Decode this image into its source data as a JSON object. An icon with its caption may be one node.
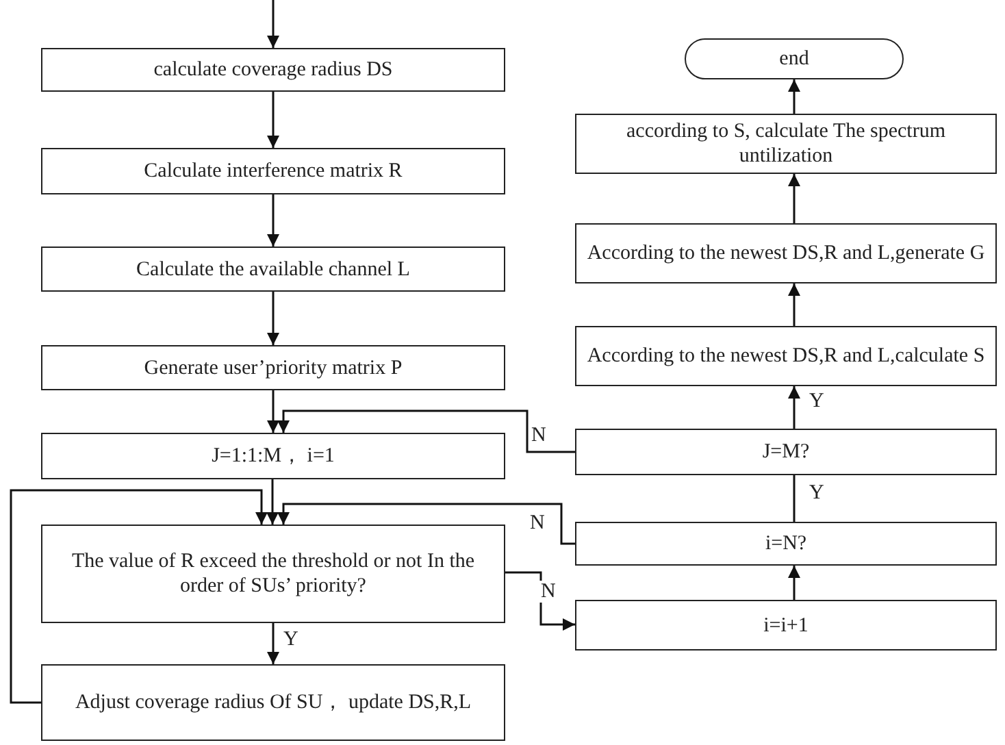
{
  "diagram": {
    "nodes": [
      {
        "text": [
          "calculate coverage radius DS"
        ]
      },
      {
        "text": [
          "Calculate interference matrix R"
        ]
      },
      {
        "text": [
          "Calculate the available channel L"
        ]
      },
      {
        "text": [
          "Generate user’priority matrix P"
        ]
      },
      {
        "text": [
          "J=1:1:M，  i=1"
        ]
      },
      {
        "text": [
          "The value of R exceed the threshold or not In the order of SUs’ priority?"
        ]
      },
      {
        "text": [
          "Adjust coverage radius Of SU， update DS,R,L"
        ]
      },
      {
        "text": [
          "end"
        ]
      },
      {
        "text": [
          "according to S, calculate The spectrum untilization"
        ]
      },
      {
        "text": [
          "According to the newest DS,R and L,generate G"
        ]
      },
      {
        "text": [
          "According to the newest DS,R and L,calculate S"
        ]
      },
      {
        "text": [
          "J=M?"
        ]
      },
      {
        "text": [
          "i=N?"
        ]
      },
      {
        "text": [
          "i=i+1"
        ]
      }
    ],
    "edges": [
      {
        "from": null,
        "to": 0,
        "arrow": "to"
      },
      {
        "from": 0,
        "to": 1,
        "arrow": "to"
      },
      {
        "from": 1,
        "to": 2,
        "arrow": "to"
      },
      {
        "from": 2,
        "to": 3,
        "arrow": "to"
      },
      {
        "from": 3,
        "to": 4,
        "arrow": "to"
      },
      {
        "from": 4,
        "to": 5,
        "arrow": "to"
      },
      {
        "from": 5,
        "to": 6,
        "arrow": "to",
        "label": "Y"
      },
      {
        "from": 6,
        "to": 5,
        "arrow": "to"
      },
      {
        "from": 5,
        "to": 13,
        "arrow": "to",
        "label": "N"
      },
      {
        "from": 13,
        "to": 12,
        "arrow": "to"
      },
      {
        "from": 12,
        "to": 11,
        "arrow": "none",
        "label": "Y"
      },
      {
        "from": 12,
        "to": 5,
        "arrow": "to",
        "label": "N"
      },
      {
        "from": 11,
        "to": 10,
        "arrow": "to",
        "label": "Y"
      },
      {
        "from": 11,
        "to": 4,
        "arrow": "to",
        "label": "N"
      },
      {
        "from": 10,
        "to": 9,
        "arrow": "to"
      },
      {
        "from": 9,
        "to": 8,
        "arrow": "to"
      },
      {
        "from": 8,
        "to": 7,
        "arrow": "to"
      }
    ]
  }
}
